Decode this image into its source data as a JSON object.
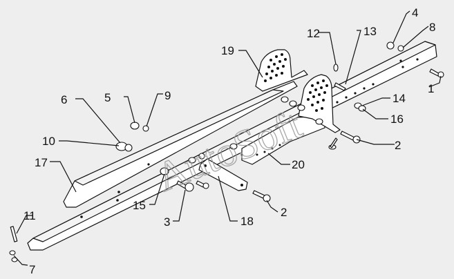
{
  "watermark": "AutoSoft",
  "callouts": {
    "c1": "1",
    "c2a": "2",
    "c2b": "2",
    "c3": "3",
    "c4": "4",
    "c5": "5",
    "c6": "6",
    "c7": "7",
    "c8": "8",
    "c9": "9",
    "c10": "10",
    "c11": "11",
    "c12": "12",
    "c13": "13",
    "c14": "14",
    "c15": "15",
    "c16": "16",
    "c17": "17",
    "c18": "18",
    "c19": "19",
    "c20": "20"
  },
  "colors": {
    "line": "#111111",
    "background": "#eeeeee",
    "watermark": "#9a9a9a"
  }
}
